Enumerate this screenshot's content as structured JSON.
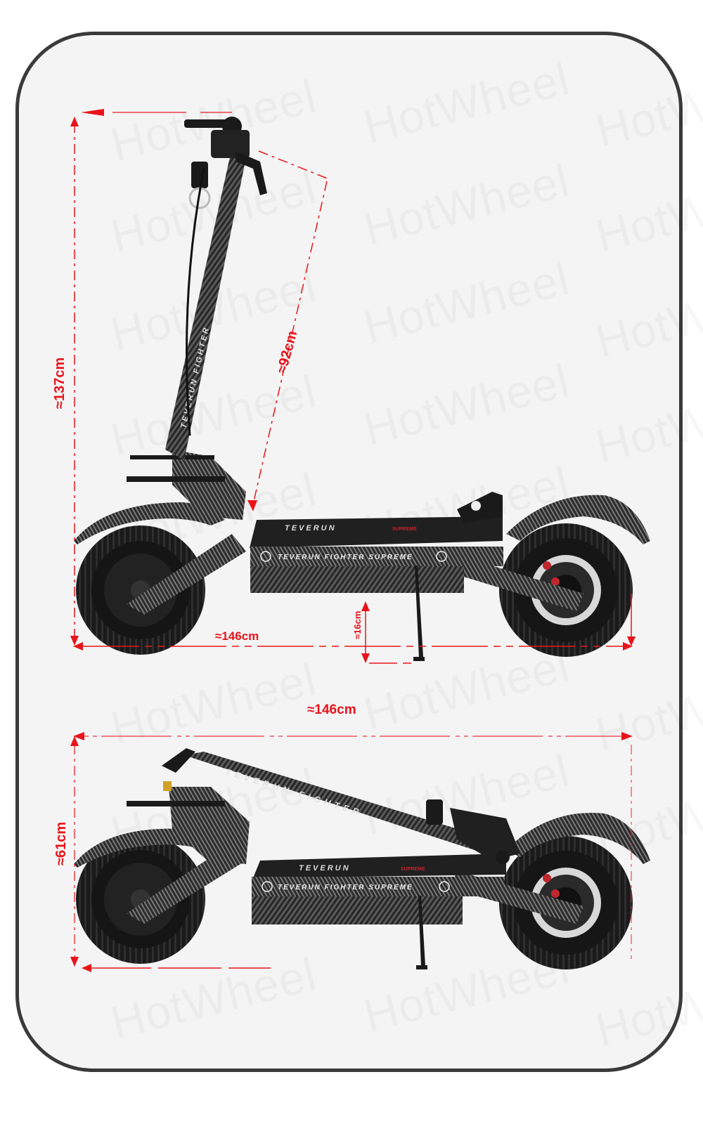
{
  "watermark": {
    "text": "HotWheel"
  },
  "colors": {
    "dimension_red": "#e8141b",
    "card_background": "#f4f4f4",
    "card_border": "#3a3a3a",
    "scooter_body": "#1c1c1c",
    "carbon_light": "#6e6e6e",
    "brand_red": "#c0262d"
  },
  "unfolded_view": {
    "name": "Unfolded scooter side view",
    "dimensions": {
      "height": "≈137cm",
      "stem_length": "≈92cm",
      "length": "≈146cm",
      "ground_clearance": "≈16cm"
    },
    "deck_branding": {
      "top_logo": "TEVERUN",
      "top_badge": "SUPREME",
      "side_text": "TEVERUN FIGHTER SUPREME",
      "stem_text": "TEVERUN FIGHTER"
    }
  },
  "folded_view": {
    "name": "Folded scooter side view",
    "dimensions": {
      "length": "≈146cm",
      "height": "≈61cm"
    },
    "deck_branding": {
      "top_logo": "TEVERUN",
      "top_badge": "SUPREME",
      "side_text": "TEVERUN FIGHTER SUPREME",
      "stem_text": "TEVERUN FIGHTER"
    }
  }
}
